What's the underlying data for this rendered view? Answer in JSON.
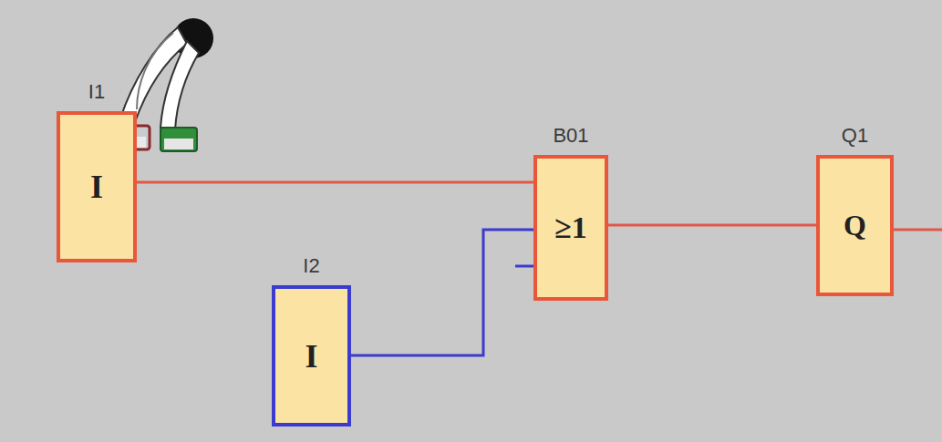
{
  "diagram": {
    "nodes": [
      {
        "text": [
          "I1",
          "I"
        ]
      },
      {
        "text": [
          "B01",
          "≥1"
        ]
      },
      {
        "text": [
          "Q1",
          "Q"
        ]
      },
      {
        "text": [
          "I2",
          "I"
        ]
      }
    ],
    "edges": [
      {
        "from": 0,
        "to": 1,
        "arrow": "none"
      },
      {
        "from": 3,
        "to": 1,
        "arrow": "none"
      },
      {
        "from": 1,
        "to": 2,
        "arrow": "none"
      }
    ]
  }
}
